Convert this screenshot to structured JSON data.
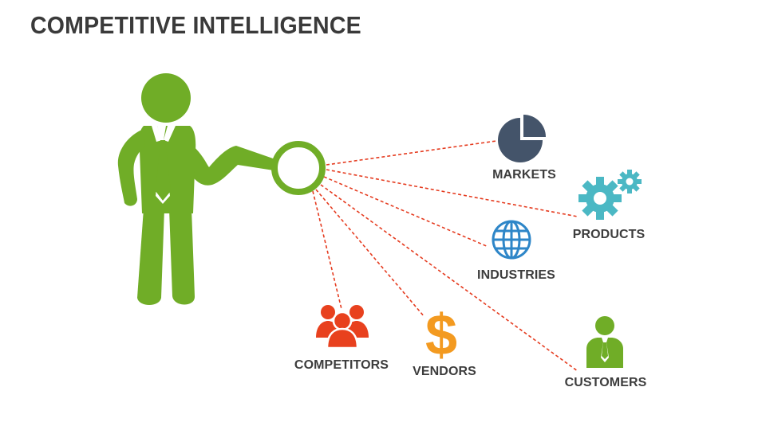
{
  "title": "COMPETITIVE INTELLIGENCE",
  "colors": {
    "person_green": "#70ad27",
    "connector_red": "#e53b1f",
    "markets_icon": "#44546a",
    "products_icon": "#4bb8c4",
    "industries_icon": "#2e86c8",
    "competitors_icon": "#e8411e",
    "vendors_icon": "#f39a20",
    "customers_icon": "#70ad27"
  },
  "items": [
    {
      "key": "markets",
      "label": "MARKETS",
      "icon": "pie-chart-icon"
    },
    {
      "key": "products",
      "label": "PRODUCTS",
      "icon": "gears-icon"
    },
    {
      "key": "industries",
      "label": "INDUSTRIES",
      "icon": "globe-icon"
    },
    {
      "key": "competitors",
      "label": "COMPETITORS",
      "icon": "group-people-icon"
    },
    {
      "key": "vendors",
      "label": "VENDORS",
      "icon": "dollar-icon"
    },
    {
      "key": "customers",
      "label": "CUSTOMERS",
      "icon": "businessman-icon"
    }
  ]
}
